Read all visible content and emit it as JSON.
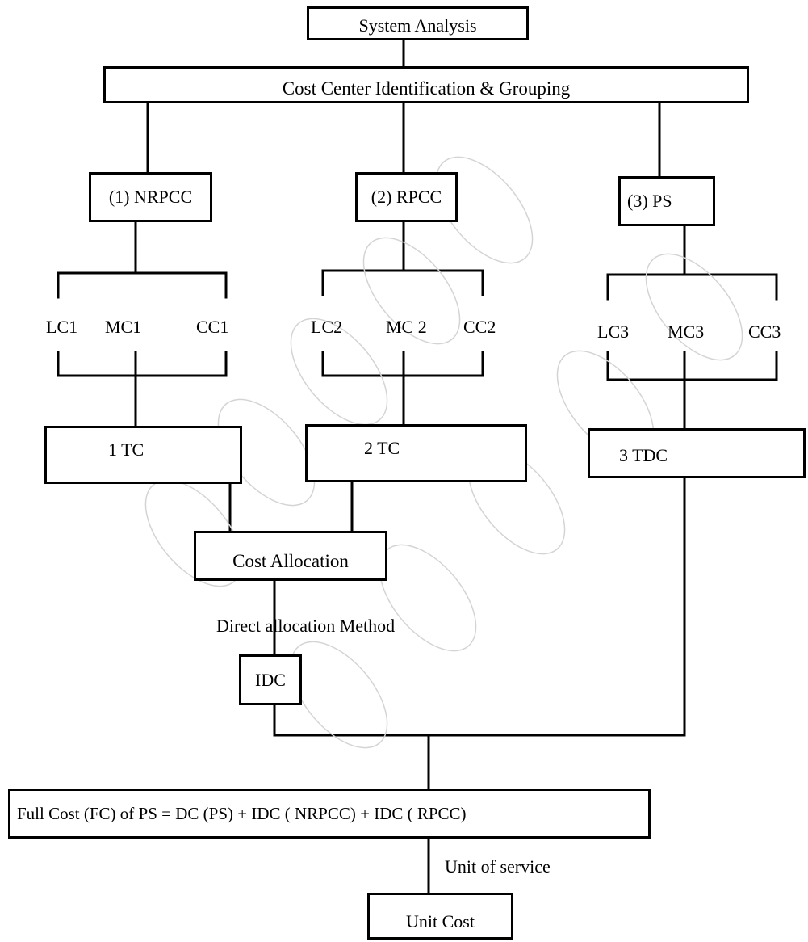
{
  "nodes": {
    "system_analysis": "System Analysis",
    "cost_center_grouping": "Cost Center Identification & Grouping",
    "nrpcc": "(1) NRPCC",
    "rpcc": "(2) RPCC",
    "ps": "(3)  PS",
    "tc1": "1   TC",
    "tc2": "2   TC",
    "tdc3": "3    TDC",
    "cost_allocation": "Cost  Allocation",
    "idc": "IDC",
    "full_cost": "Full Cost (FC)  of PS =  DC (PS) + IDC ( NRPCC) +  IDC ( RPCC)",
    "unit_cost": "Unit Cost"
  },
  "cost_labels": {
    "group1": [
      "LC1",
      "MC1",
      "CC1"
    ],
    "group2": [
      "LC2",
      "MC 2",
      "CC2"
    ],
    "group3": [
      "LC3",
      "MC3",
      "CC3"
    ]
  },
  "edge_labels": {
    "direct_allocation": "Direct allocation  Method",
    "unit_of_service": "Unit of service"
  }
}
